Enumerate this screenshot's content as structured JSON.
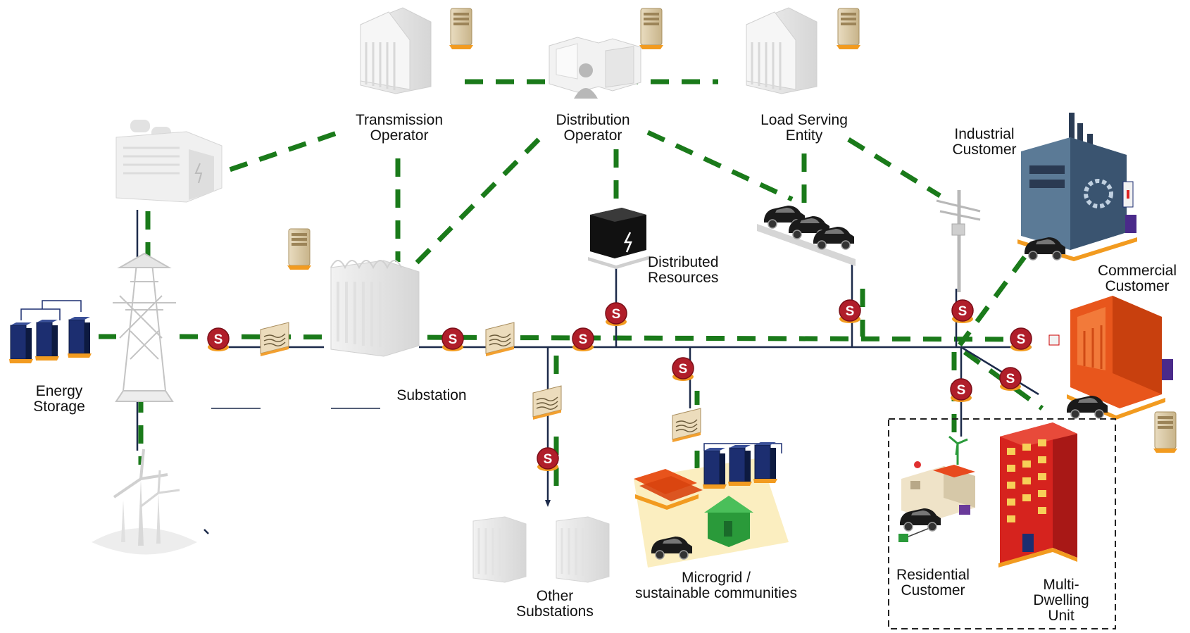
{
  "labels": {
    "transmission_operator": [
      "Transmission",
      "Operator"
    ],
    "distribution_operator": [
      "Distribution",
      "Operator"
    ],
    "load_serving_entity": [
      "Load Serving",
      "Entity"
    ],
    "industrial_customer": [
      "Industrial",
      "Customer"
    ],
    "commercial_customer": [
      "Commercial",
      "Customer"
    ],
    "distributed_resources": [
      "Distributed",
      "Resources"
    ],
    "energy_storage": [
      "Energy",
      "Storage"
    ],
    "substation": [
      "Substation"
    ],
    "other_substations": [
      "Other",
      "Substations"
    ],
    "microgrid": [
      "Microgrid /",
      "sustainable communities"
    ],
    "residential_customer": [
      "Residential",
      "Customer"
    ],
    "multi_dwelling_unit": [
      "Multi-",
      "Dwelling",
      "Unit"
    ]
  },
  "meter_badge": "S",
  "colors": {
    "comm_link": "#1a7a1a",
    "power_line": "#1c2a4a",
    "commercial": "#e8561c",
    "industrial": "#4a6a8a",
    "residential_roof": "#d9531e",
    "multi_dwelling": "#d6231e",
    "meter": "#b01e2a",
    "microgrid_bg": "#fbeec0",
    "storage": "#1c2e70"
  }
}
